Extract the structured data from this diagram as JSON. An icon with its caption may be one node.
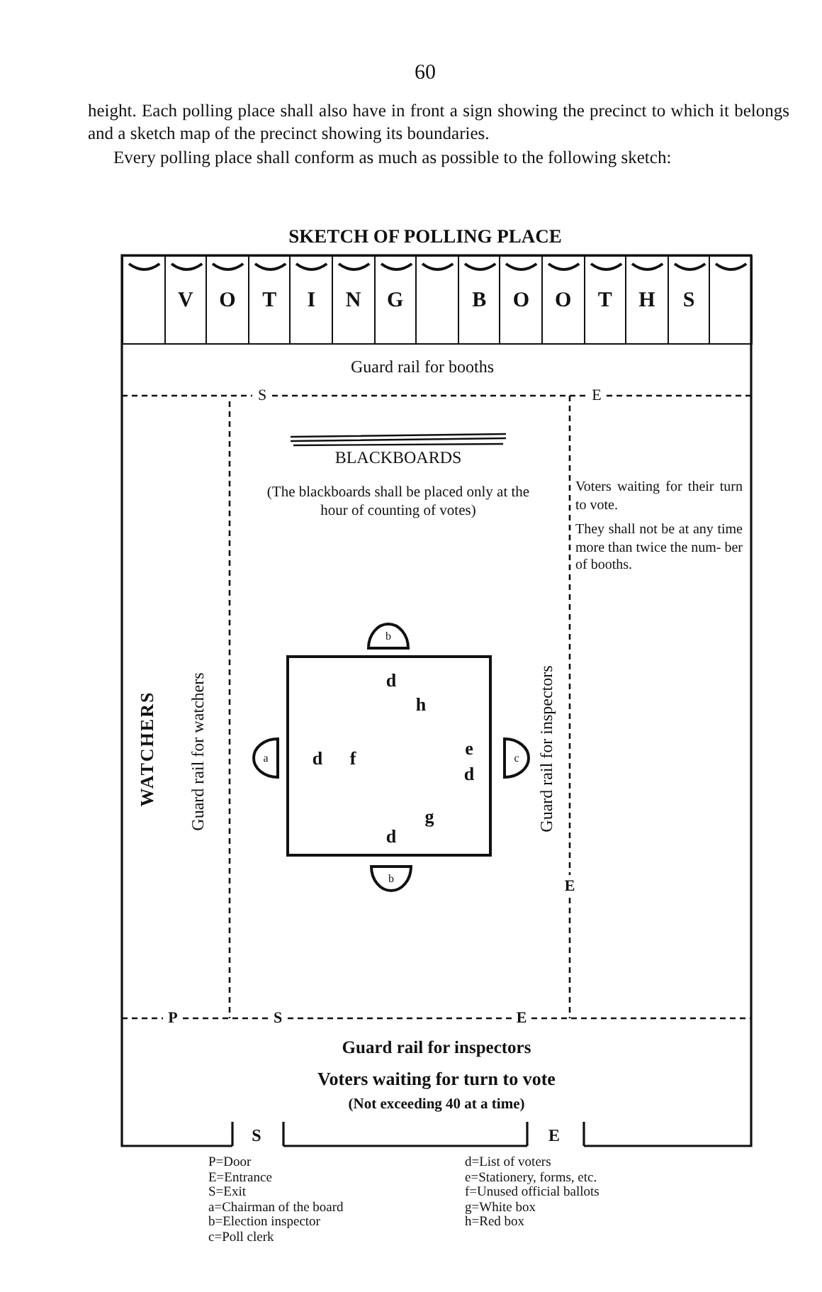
{
  "diagram": {
    "title": "SKETCH OF POLLING PLACE",
    "nodes": [
      {
        "text": [],
        "shape": "box"
      },
      {
        "text": [
          "V"
        ]
      },
      {
        "text": [
          "O"
        ]
      },
      {
        "text": [
          "T"
        ]
      },
      {
        "text": [
          "I"
        ]
      },
      {
        "text": [
          "N"
        ]
      },
      {
        "text": [
          "G"
        ]
      },
      {
        "text": [],
        "shape": "box"
      },
      {
        "text": [
          "B"
        ]
      },
      {
        "text": [
          "O"
        ]
      },
      {
        "text": [
          "O"
        ]
      },
      {
        "text": [
          "T"
        ]
      },
      {
        "text": [
          "H"
        ]
      },
      {
        "text": [
          "S"
        ]
      },
      {
        "text": [],
        "shape": "box"
      },
      {
        "text": [
          "b"
        ]
      },
      {
        "text": [
          "d",
          "h",
          "d",
          "f",
          "e",
          "d",
          "g",
          "d"
        ]
      },
      {
        "text": [
          "a"
        ]
      },
      {
        "text": [
          "c"
        ]
      },
      {
        "text": [
          "b"
        ]
      }
    ],
    "edges": [],
    "labels": [
      "60",
      "height. Each polling place shall also have in front a sign showing the precinct to which it belongs and a sketch map of the precinct showing its boundaries.",
      "Every polling place shall conform as much as possible to the following sketch:",
      "Guard rail for booths",
      "S",
      "E",
      "BLACKBOARDS",
      "(The blackboards shall be placed only at the hour of counting of votes)",
      "Voters waiting for their turn to vote.",
      "They shall not be at any time more than twice the num- ber of booths.",
      "WATCHERS",
      "Guard rail for watchers",
      "Guard rail for inspectors",
      "E",
      "P",
      "S",
      "E",
      "Guard rail for inspectors",
      "Voters waiting for turn to vote",
      "(Not exceeding 40 at a time)",
      "S",
      "E",
      "P=Door",
      "E=Entrance",
      "S=Exit",
      "a=Chairman of the board",
      "b=Election inspector",
      "c=Poll clerk",
      "d=List of voters",
      "e=Stationery, forms, etc.",
      "f=Unused official ballots",
      "g=White box",
      "h=Red box"
    ]
  }
}
